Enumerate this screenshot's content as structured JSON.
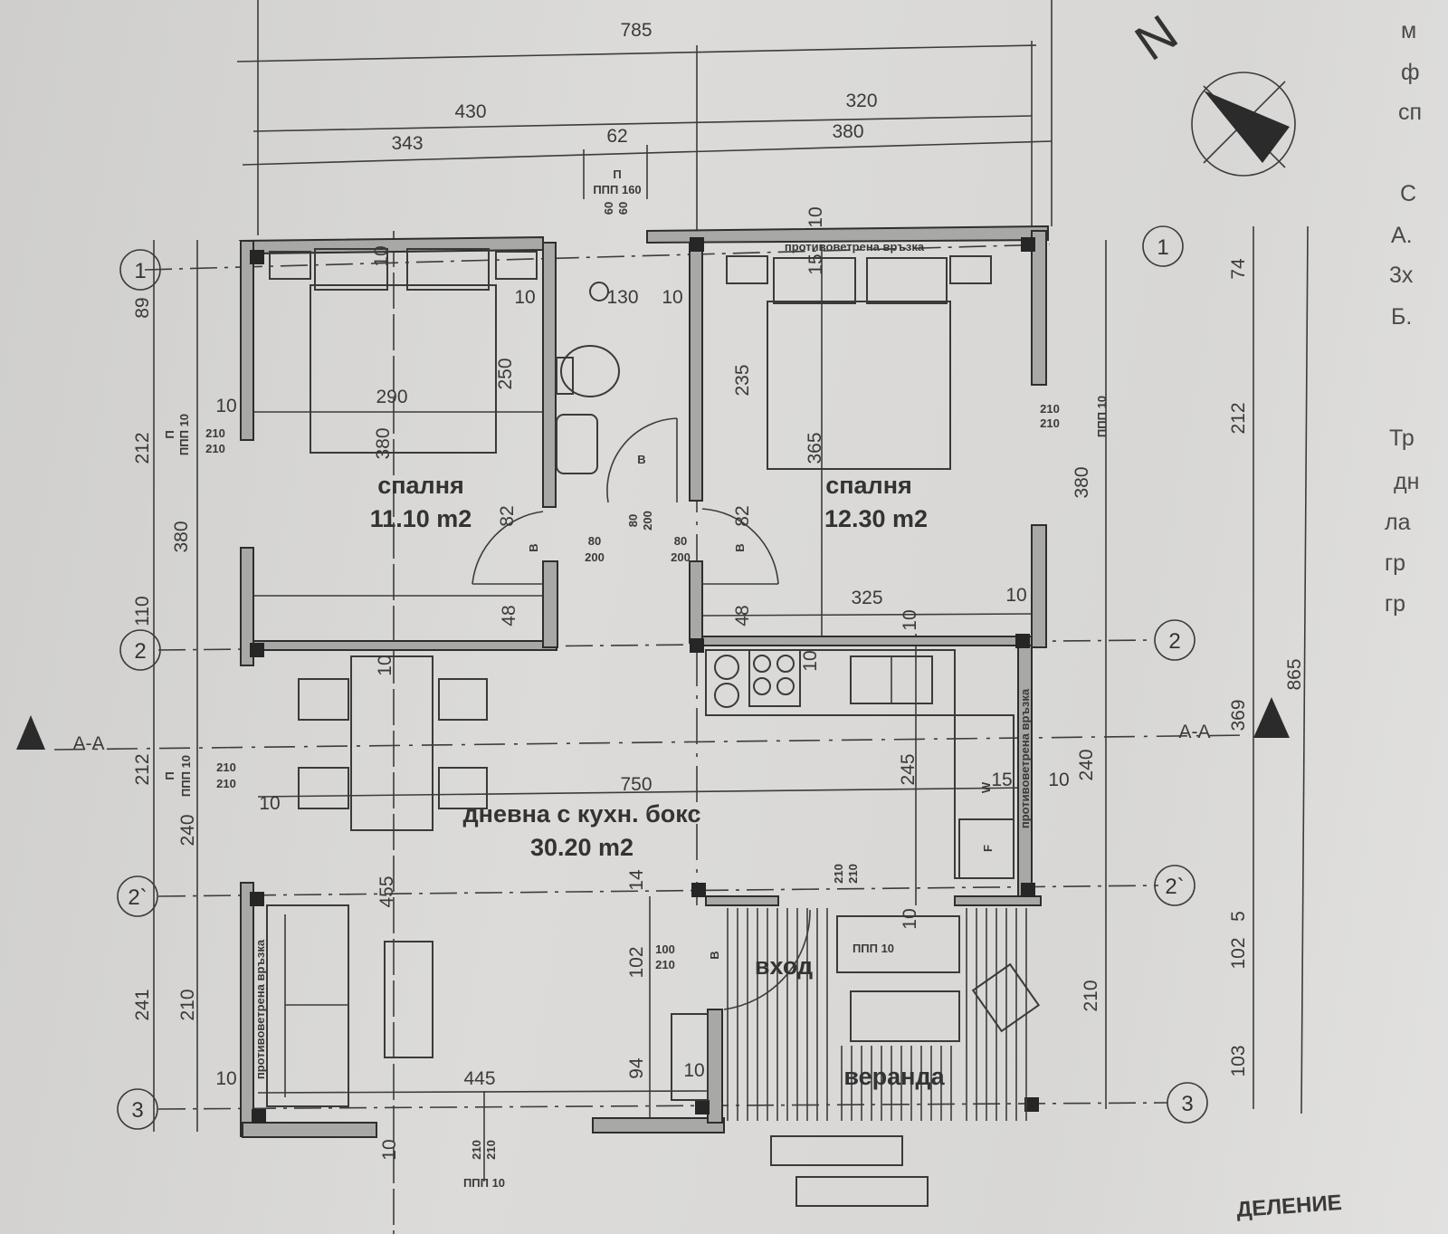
{
  "plan": {
    "rooms": [
      {
        "name": "спалня",
        "area": "11.10 m2"
      },
      {
        "name": "спалня",
        "area": "12.30 m2"
      },
      {
        "name": "дневна с кухн. бокс",
        "area": "30.20 m2"
      },
      {
        "name": "вход"
      },
      {
        "name": "веранда"
      }
    ],
    "tie_label": "противоветрена връзка",
    "section_label": "А-А",
    "north_label": "N",
    "axes_left": [
      "1",
      "2",
      "2`",
      "3"
    ],
    "axes_right": [
      "1",
      "2",
      "2`",
      "3"
    ],
    "dimension_labels": [
      "785",
      "430",
      "320",
      "343",
      "62",
      "380",
      "10",
      "10",
      "10",
      "130",
      "10",
      "15",
      "250",
      "235",
      "290",
      "10",
      "380",
      "365",
      "82",
      "82",
      "48",
      "48",
      "325",
      "10",
      "10",
      "10",
      "10",
      "245",
      "750",
      "15",
      "10",
      "10",
      "455",
      "14",
      "10",
      "102",
      "445",
      "94",
      "10",
      "10",
      "10",
      "89",
      "212",
      "380",
      "110",
      "212",
      "240",
      "241",
      "210",
      "74",
      "212",
      "380",
      "240",
      "369",
      "865",
      "5",
      "102",
      "210",
      "103"
    ],
    "opening_labels": [
      "П",
      "ППП 160",
      "60",
      "60",
      "210",
      "210",
      "ППП 10",
      "П",
      "ППП 10",
      "210",
      "210",
      "80",
      "200",
      "80",
      "200",
      "80",
      "200",
      "В",
      "В",
      "В",
      "П",
      "ППП 10",
      "210",
      "210",
      "W",
      "F",
      "210",
      "210",
      "ППП 10",
      "100",
      "210",
      "В",
      "210",
      "210",
      "ППП 10"
    ],
    "bottom_fragment": "ДЕЛЕНИЕ"
  },
  "side_text": [
    "м",
    "ф",
    "сп",
    "С",
    "А.",
    "3х",
    "Б.",
    "Тр",
    "дн",
    "ла",
    "гр",
    "гр"
  ],
  "colors": {
    "paper": "#d8d7d5",
    "ink": "#333333",
    "wall_fill": "#a8a8a6"
  }
}
